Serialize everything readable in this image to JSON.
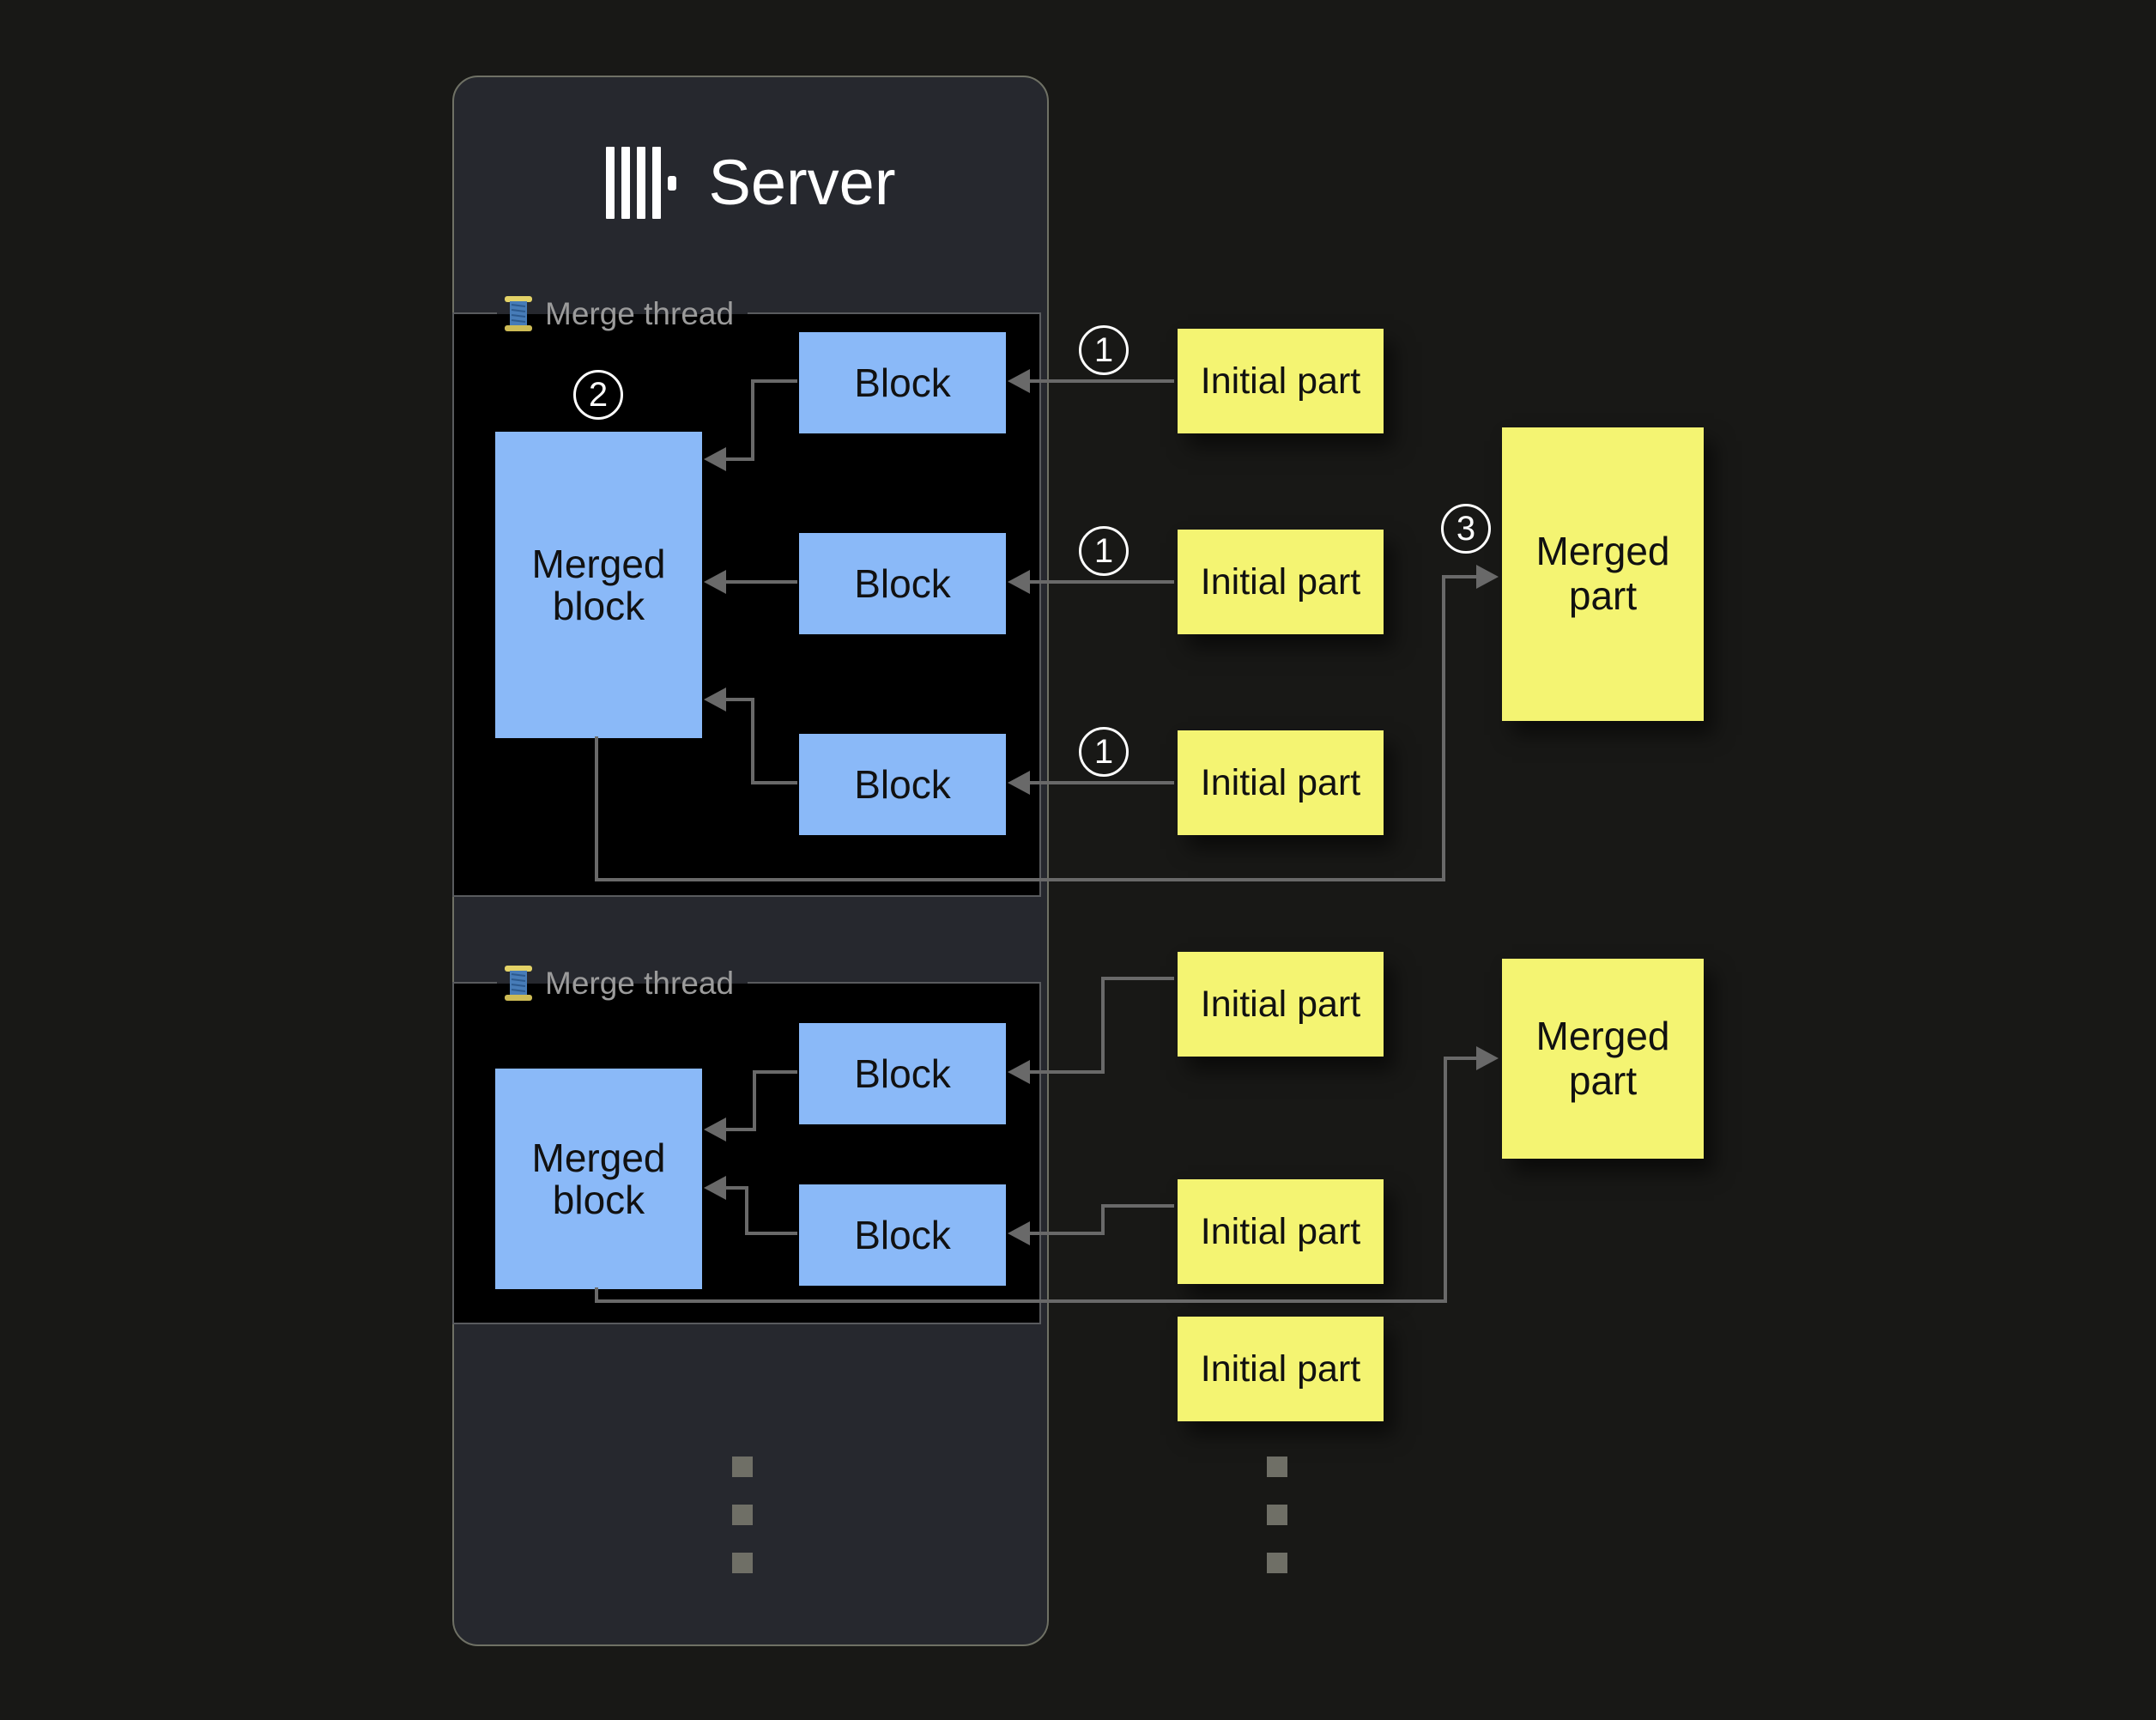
{
  "header": {
    "title": "Server"
  },
  "icons": {
    "logo": "clickhouse-bars-logo",
    "thread": "thread-spool-icon",
    "ellipsis": "vertical-ellipsis-squares"
  },
  "threads": [
    {
      "label": "Merge thread",
      "merged_block_label": "Merged block",
      "block_labels": [
        "Block",
        "Block",
        "Block"
      ]
    },
    {
      "label": "Merge thread",
      "merged_block_label": "Merged block",
      "block_labels": [
        "Block",
        "Block"
      ]
    }
  ],
  "parts": {
    "initial": [
      "Initial part",
      "Initial part",
      "Initial part",
      "Initial part",
      "Initial part",
      "Initial part"
    ],
    "merged": [
      "Merged part",
      "Merged part"
    ]
  },
  "steps": {
    "insert": "1",
    "merge": "2",
    "write": "3"
  },
  "colors": {
    "background": "#181816",
    "panel": "#26282e",
    "panel_border": "#6f7165",
    "section_bg": "#000000",
    "section_border": "#595b5e",
    "block_fill": "#8ab9f8",
    "part_fill": "#f4f472",
    "text_dark": "#111111",
    "label_gray": "#9b9b9b",
    "line_gray": "#696969",
    "badge_white": "#ffffff"
  }
}
